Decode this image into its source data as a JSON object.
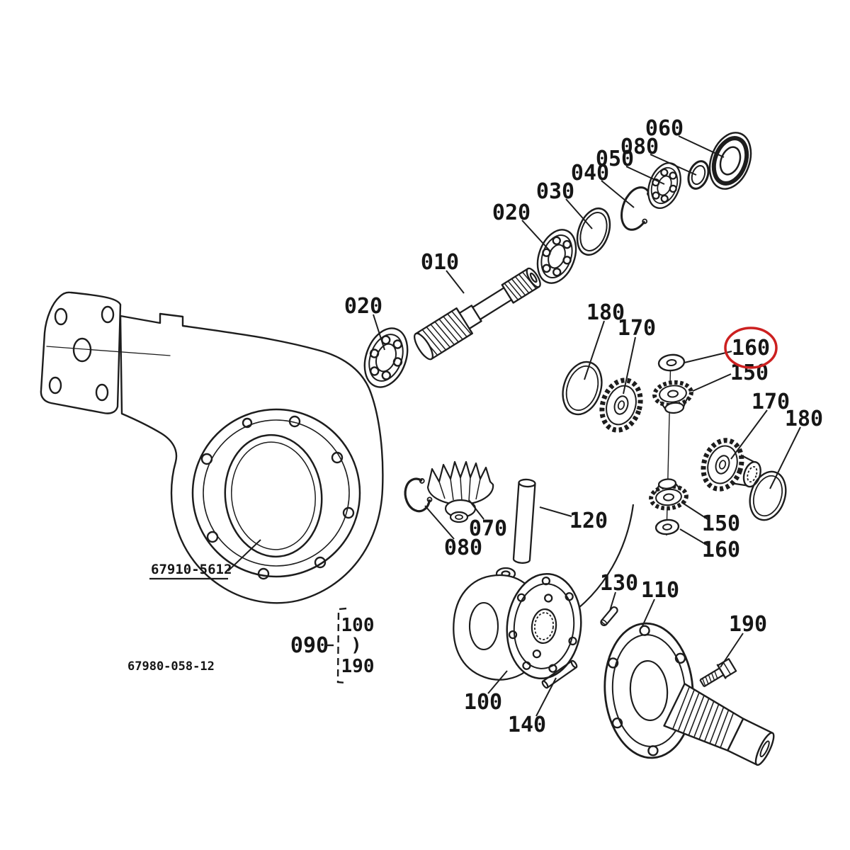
{
  "refs": {
    "housing_part_number": "67910-5612",
    "drawing_number": "67980-058-12"
  },
  "bracket": {
    "label": "090",
    "range_start": "100",
    "range_separator": ")",
    "range_end": "190"
  },
  "highlight": {
    "circled_label": "160",
    "color": "#cc2020"
  },
  "callouts": [
    {
      "text": "060"
    },
    {
      "text": "080"
    },
    {
      "text": "050"
    },
    {
      "text": "040"
    },
    {
      "text": "030"
    },
    {
      "text": "020"
    },
    {
      "text": "010"
    },
    {
      "text": "020"
    },
    {
      "text": "180"
    },
    {
      "text": "170"
    },
    {
      "text": "160"
    },
    {
      "text": "150"
    },
    {
      "text": "170"
    },
    {
      "text": "180"
    },
    {
      "text": "150"
    },
    {
      "text": "160"
    },
    {
      "text": "070"
    },
    {
      "text": "080"
    },
    {
      "text": "120"
    },
    {
      "text": "130"
    },
    {
      "text": "110"
    },
    {
      "text": "190"
    },
    {
      "text": "100"
    },
    {
      "text": "140"
    }
  ]
}
